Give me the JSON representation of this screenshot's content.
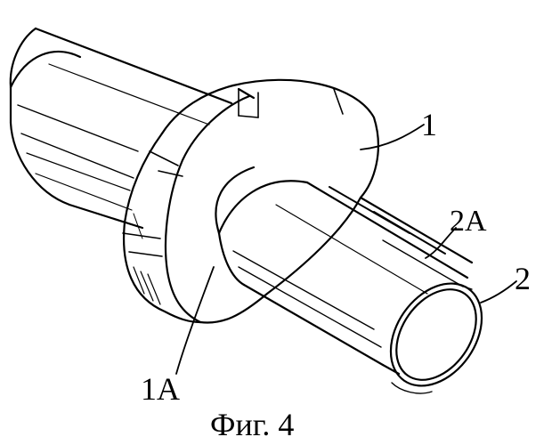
{
  "labels": {
    "flange": "1",
    "flange_bore": "1A",
    "tube": "2",
    "tube_groove": "2A"
  },
  "caption": "Фиг. 4",
  "colors": {
    "line": "#000000",
    "background": "#ffffff"
  }
}
